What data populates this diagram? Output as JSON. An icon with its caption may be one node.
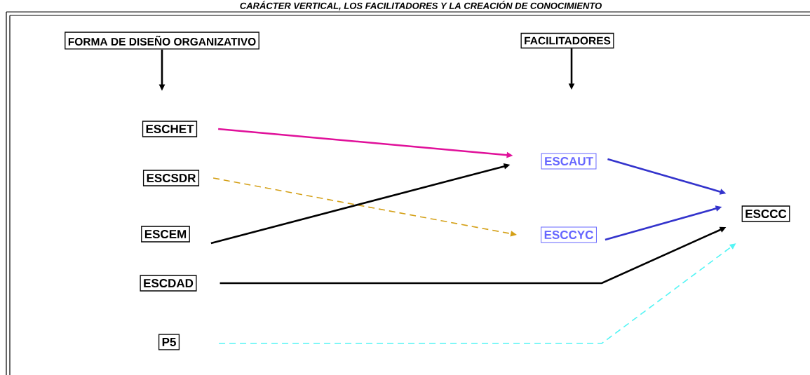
{
  "diagram": {
    "title": "CARÁCTER VERTICAL, LOS FACILITADORES Y LA CREACIÓN DE CONOCIMIENTO",
    "nodes": [
      {
        "text": [
          "FORMA DE DISEÑO ORGANIZATIVO"
        ]
      },
      {
        "text": [
          "FACILITADORES"
        ]
      },
      {
        "text": [
          "ESCHET"
        ]
      },
      {
        "text": [
          "ESCSDR"
        ]
      },
      {
        "text": [
          "ESCEM"
        ]
      },
      {
        "text": [
          "ESCDAD"
        ]
      },
      {
        "text": [
          "P5"
        ]
      },
      {
        "text": [
          "ESCAUT"
        ]
      },
      {
        "text": [
          "ESCCYC"
        ]
      },
      {
        "text": [
          "ESCCC"
        ]
      }
    ],
    "edges": [
      {
        "from": 0,
        "to": null,
        "arrow": "to"
      },
      {
        "from": 1,
        "to": null,
        "arrow": "to"
      },
      {
        "from": 2,
        "to": 7,
        "arrow": "to",
        "color": "#e0109a"
      },
      {
        "from": 3,
        "to": 8,
        "arrow": "to",
        "style": "dashed",
        "color": "#d4a017"
      },
      {
        "from": 4,
        "to": 7,
        "arrow": "to"
      },
      {
        "from": 5,
        "to": 9,
        "arrow": "to"
      },
      {
        "from": 6,
        "to": 9,
        "arrow": "to",
        "style": "dashed",
        "color": "#55f5f5"
      },
      {
        "from": 7,
        "to": 9,
        "arrow": "to",
        "color": "#3333cc"
      },
      {
        "from": 8,
        "to": 9,
        "arrow": "to",
        "color": "#3333cc"
      }
    ]
  }
}
